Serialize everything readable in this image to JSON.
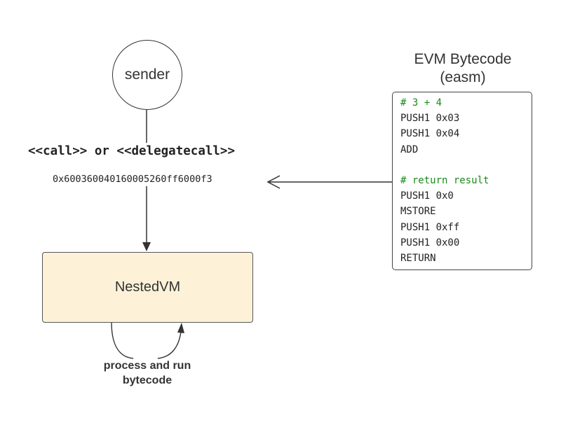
{
  "sender": {
    "label": "sender"
  },
  "call": {
    "label": "<<call>> or <<delegatecall>>",
    "bytecode_hex": "0x600360040160005260ff6000f3"
  },
  "nested_vm": {
    "label": "NestedVM"
  },
  "loop": {
    "label_line1": "process and run",
    "label_line2": "bytecode"
  },
  "evm": {
    "title_line1": "EVM Bytecode",
    "title_line2": "(easm)",
    "code_lines": [
      {
        "text": "# 3 + 4",
        "kind": "comment"
      },
      {
        "text": "PUSH1 0x03",
        "kind": "op"
      },
      {
        "text": "PUSH1 0x04",
        "kind": "op"
      },
      {
        "text": "ADD",
        "kind": "op"
      },
      {
        "text": "",
        "kind": "blank"
      },
      {
        "text": "# return result",
        "kind": "comment"
      },
      {
        "text": "PUSH1 0x0",
        "kind": "op"
      },
      {
        "text": "MSTORE",
        "kind": "op"
      },
      {
        "text": "PUSH1 0xff",
        "kind": "op"
      },
      {
        "text": "PUSH1 0x00",
        "kind": "op"
      },
      {
        "text": "RETURN",
        "kind": "op"
      }
    ]
  },
  "colors": {
    "comment": "#1a8a1a",
    "nestedvm_fill": "#fdf2d8",
    "stroke": "#333333"
  }
}
